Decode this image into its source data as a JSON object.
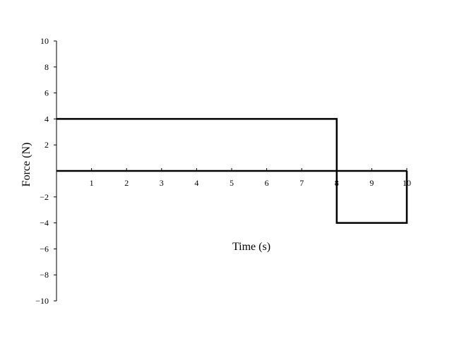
{
  "chart_data": {
    "type": "line",
    "title": "",
    "xlabel": "Time (s)",
    "ylabel": "Force (N)",
    "xlim": [
      0,
      10
    ],
    "ylim": [
      -10,
      10
    ],
    "xticks": [
      1,
      2,
      3,
      4,
      5,
      6,
      7,
      8,
      9,
      10
    ],
    "yticks": [
      10,
      8,
      6,
      4,
      2,
      -2,
      -4,
      -6,
      -8,
      -10
    ],
    "grid": false,
    "legend": "none",
    "series": [
      {
        "x": [
          0,
          8,
          8,
          10,
          10
        ],
        "y": [
          4,
          4,
          -4,
          -4,
          0
        ],
        "color": "#000000"
      }
    ]
  }
}
